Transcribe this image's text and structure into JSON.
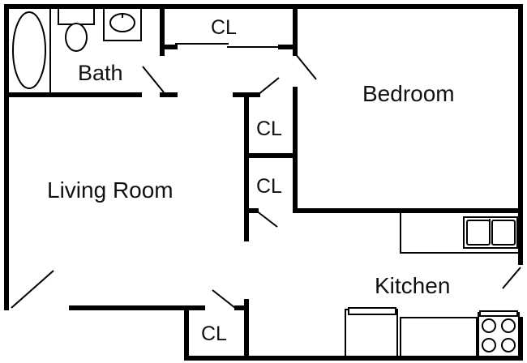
{
  "rooms": {
    "bath": "Bath",
    "bedroom": "Bedroom",
    "living_room": "Living Room",
    "kitchen": "Kitchen",
    "closet_top": "CL",
    "closet_mid_1": "CL",
    "closet_mid_2": "CL",
    "closet_bottom": "CL"
  },
  "colors": {
    "wall": "#000000",
    "background": "#ffffff"
  },
  "icons": [
    "bathtub-icon",
    "toilet-icon",
    "bathroom-sink-icon",
    "kitchen-sink-icon",
    "stove-icon",
    "refrigerator-icon"
  ]
}
